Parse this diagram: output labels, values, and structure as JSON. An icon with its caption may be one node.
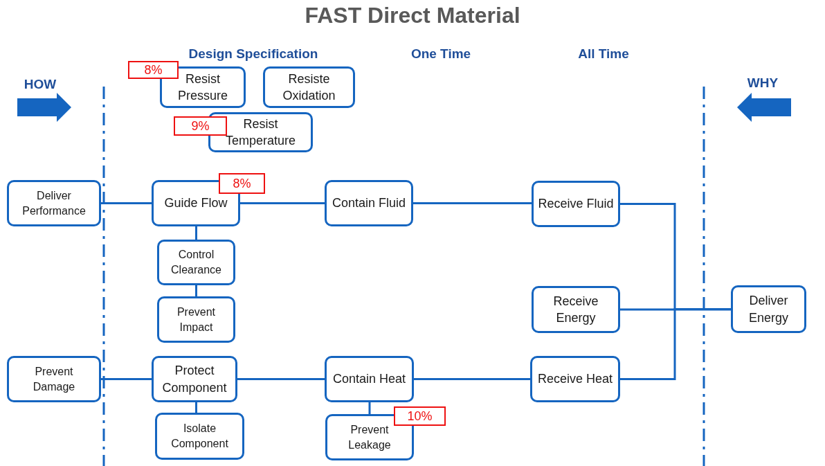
{
  "diagram": {
    "title": "FAST Direct Material",
    "nodes": [
      {
        "text": [
          "Resist Pressure"
        ]
      },
      {
        "text": [
          "8%"
        ]
      },
      {
        "text": [
          "Resiste Oxidation"
        ]
      },
      {
        "text": [
          "Resist Temperature"
        ]
      },
      {
        "text": [
          "9%"
        ]
      },
      {
        "text": [
          "Deliver Performance"
        ]
      },
      {
        "text": [
          "Guide Flow"
        ]
      },
      {
        "text": [
          "8%"
        ]
      },
      {
        "text": [
          "Contain Fluid"
        ]
      },
      {
        "text": [
          "Receive Fluid"
        ]
      },
      {
        "text": [
          "Control Clearance"
        ]
      },
      {
        "text": [
          "Prevent Impact"
        ]
      },
      {
        "text": [
          "Receive Energy"
        ]
      },
      {
        "text": [
          "Deliver Energy"
        ]
      },
      {
        "text": [
          "Prevent Damage"
        ]
      },
      {
        "text": [
          "Protect Component"
        ]
      },
      {
        "text": [
          "Contain Heat"
        ]
      },
      {
        "text": [
          "Receive Heat"
        ]
      },
      {
        "text": [
          "Isolate Component"
        ]
      },
      {
        "text": [
          "Prevent Leakage"
        ]
      },
      {
        "text": [
          "10%"
        ]
      }
    ],
    "edges": [
      {
        "from": 5,
        "to": 6,
        "arrow": "none"
      },
      {
        "from": 6,
        "to": 8,
        "arrow": "none"
      },
      {
        "from": 8,
        "to": 9,
        "arrow": "none"
      },
      {
        "from": 6,
        "to": 10,
        "arrow": "none"
      },
      {
        "from": 10,
        "to": 11,
        "arrow": "none"
      },
      {
        "from": 14,
        "to": 15,
        "arrow": "none"
      },
      {
        "from": 15,
        "to": 16,
        "arrow": "none"
      },
      {
        "from": 16,
        "to": 17,
        "arrow": "none"
      },
      {
        "from": 15,
        "to": 18,
        "arrow": "none"
      },
      {
        "from": 16,
        "to": 19,
        "arrow": "none"
      },
      {
        "from": 9,
        "to": 13,
        "arrow": "none"
      },
      {
        "from": 12,
        "to": 13,
        "arrow": "none"
      },
      {
        "from": 17,
        "to": 13,
        "arrow": "none"
      }
    ],
    "labels": [
      "Design Specification",
      "One Time",
      "All Time",
      "HOW",
      "WHY"
    ]
  }
}
